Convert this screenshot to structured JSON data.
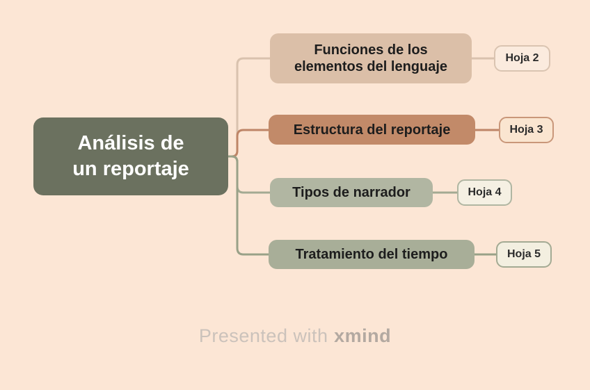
{
  "canvas": {
    "background_color": "#FCE6D5"
  },
  "mindmap": {
    "root": {
      "label": "Análisis de\nun reportaje",
      "fill": "#6B715F",
      "text_color": "#FFFFFF"
    },
    "branches": [
      {
        "label": "Funciones de los\nelementos del lenguaje",
        "fill": "#DBBFA8",
        "text_color": "#1D1D1D",
        "connector_color": "#D9C2AE",
        "leaf": {
          "label": "Hoja 2",
          "fill": "#FBEBDE",
          "border_color": "#DAC4B1"
        }
      },
      {
        "label": "Estructura del reportaje",
        "fill": "#C28A69",
        "text_color": "#1D1D1D",
        "connector_color": "#BE8567",
        "leaf": {
          "label": "Hoja 3",
          "fill": "#FAE5D0",
          "border_color": "#C9977A"
        }
      },
      {
        "label": "Tipos de narrador",
        "fill": "#B1B6A2",
        "text_color": "#1D1D1D",
        "connector_color": "#A3AA92",
        "leaf": {
          "label": "Hoja 4",
          "fill": "#F5F0E3",
          "border_color": "#B0B6A2"
        }
      },
      {
        "label": "Tratamiento del tiempo",
        "fill": "#A8AE98",
        "text_color": "#1D1D1D",
        "connector_color": "#99A188",
        "leaf": {
          "label": "Hoja 5",
          "fill": "#F3EFE0",
          "border_color": "#A3AA93"
        }
      }
    ]
  },
  "watermark": {
    "prefix": "Presented with",
    "brand": "xmind"
  }
}
